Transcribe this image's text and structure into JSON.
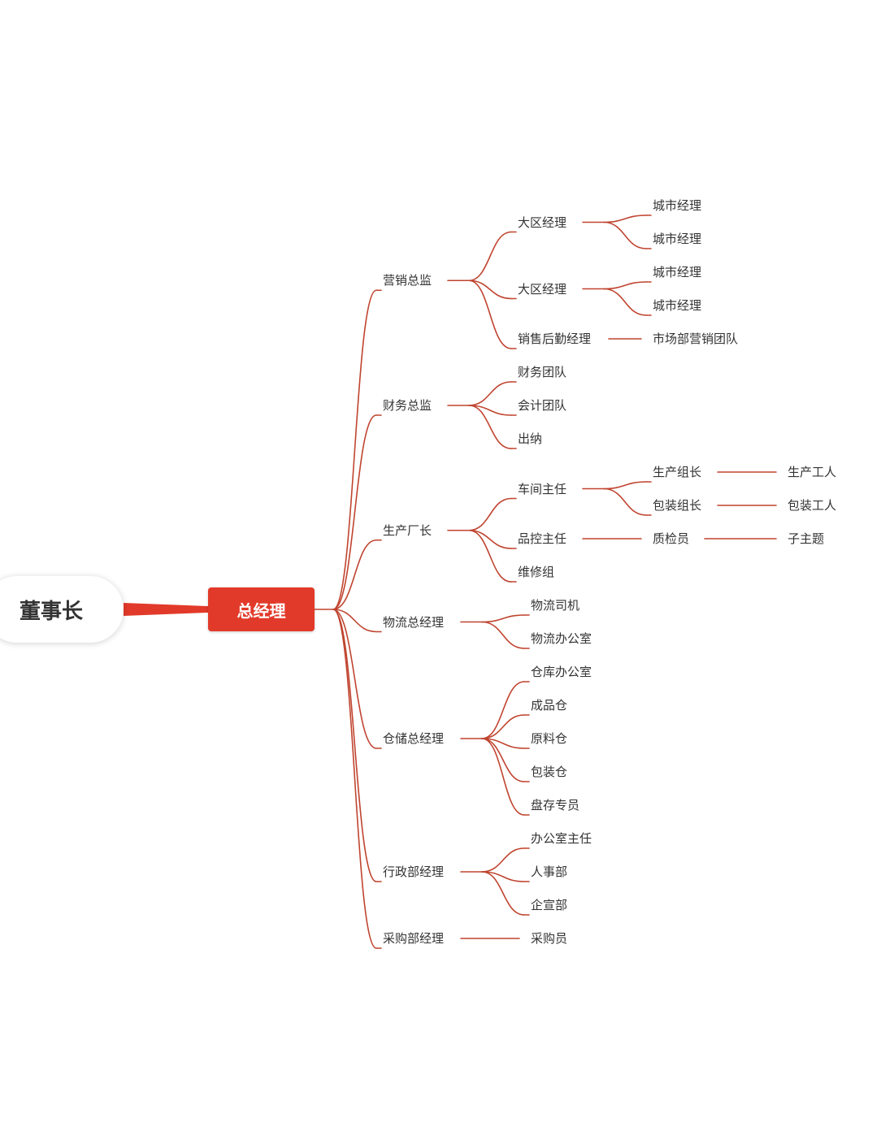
{
  "colors": {
    "accent": "#e23a2a",
    "link": "#c0442f",
    "text": "#333333"
  },
  "root": {
    "label": "董事长"
  },
  "center": {
    "label": "总经理"
  },
  "branches": [
    {
      "label": "营销总监",
      "children": [
        {
          "label": "大区经理",
          "children": [
            {
              "label": "城市经理"
            },
            {
              "label": "城市经理"
            }
          ]
        },
        {
          "label": "大区经理",
          "children": [
            {
              "label": "城市经理"
            },
            {
              "label": "城市经理"
            }
          ]
        },
        {
          "label": "销售后勤经理",
          "children": [
            {
              "label": "市场部营销团队"
            }
          ]
        }
      ]
    },
    {
      "label": "财务总监",
      "children": [
        {
          "label": "财务团队"
        },
        {
          "label": "会计团队"
        },
        {
          "label": "出纳"
        }
      ]
    },
    {
      "label": "生产厂长",
      "children": [
        {
          "label": "车间主任",
          "children": [
            {
              "label": "生产组长",
              "children": [
                {
                  "label": "生产工人"
                }
              ]
            },
            {
              "label": "包装组长",
              "children": [
                {
                  "label": "包装工人"
                }
              ]
            }
          ]
        },
        {
          "label": "品控主任",
          "children": [
            {
              "label": "质检员",
              "children": [
                {
                  "label": "子主题"
                }
              ]
            }
          ]
        },
        {
          "label": "维修组"
        }
      ]
    },
    {
      "label": "物流总经理",
      "children": [
        {
          "label": "物流司机"
        },
        {
          "label": "物流办公室"
        }
      ]
    },
    {
      "label": "仓储总经理",
      "children": [
        {
          "label": "仓库办公室"
        },
        {
          "label": "成品仓"
        },
        {
          "label": "原料仓"
        },
        {
          "label": "包装仓"
        },
        {
          "label": "盘存专员"
        }
      ]
    },
    {
      "label": "行政部经理",
      "children": [
        {
          "label": "办公室主任"
        },
        {
          "label": "人事部"
        },
        {
          "label": "企宣部"
        }
      ]
    },
    {
      "label": "采购部经理",
      "children": [
        {
          "label": "采购员"
        }
      ]
    }
  ]
}
